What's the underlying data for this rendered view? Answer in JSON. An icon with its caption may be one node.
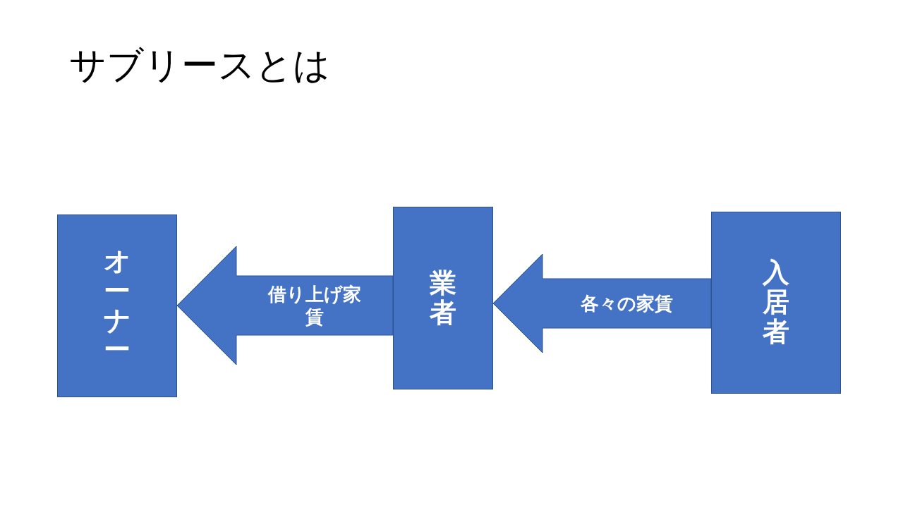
{
  "diagram": {
    "title": "サブリースとは",
    "nodes": [
      {
        "text": [
          "オーナー"
        ]
      },
      {
        "text": [
          "業者"
        ]
      },
      {
        "text": [
          "入居者"
        ]
      }
    ],
    "edges": [
      {
        "from": 1,
        "to": 0,
        "arrow": "to",
        "label": "借り上げ家賃"
      },
      {
        "from": 2,
        "to": 1,
        "arrow": "to",
        "label": "各々の家賃"
      }
    ]
  }
}
